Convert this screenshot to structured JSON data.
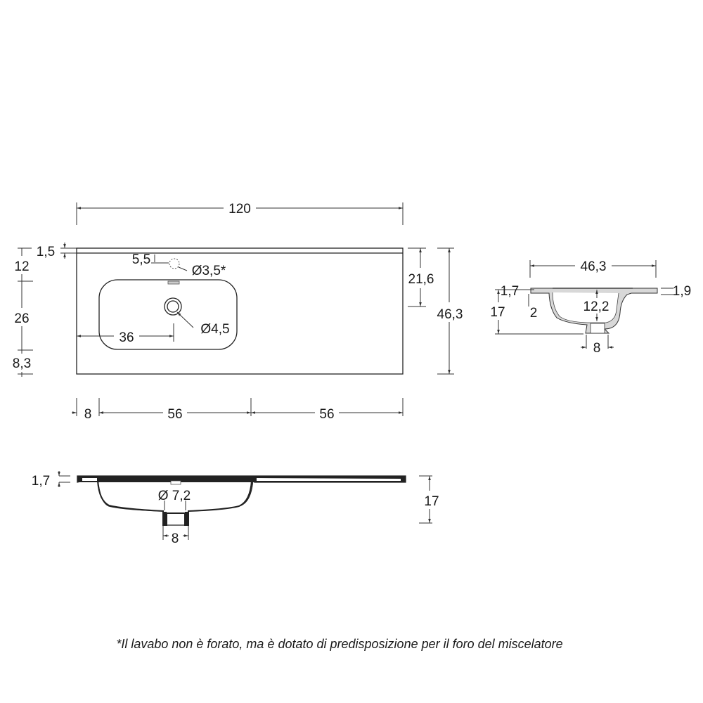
{
  "top_view": {
    "overall_width": "120",
    "top_rim": "1,5",
    "left_dims": [
      "12",
      "26",
      "8,3"
    ],
    "tap_offset": "5,5",
    "tap_hole": "Ø3,5*",
    "drain_hole": "Ø4,5",
    "drain_offset": "36",
    "right_depth": "21,6",
    "overall_depth": "46,3",
    "bottom_dims": [
      "8",
      "56",
      "56"
    ]
  },
  "side_view": {
    "depth": "46,3",
    "rim_left": "1,7",
    "rim_right": "1,9",
    "height": "17",
    "wall": "2",
    "basin_depth": "12,2",
    "drain_width": "8"
  },
  "front_view": {
    "rim": "1,7",
    "drain_diameter": "Ø 7,2",
    "drain_width": "8",
    "height": "17"
  },
  "footnote": "*Il lavabo non è forato, ma è dotato di predisposizione per il foro del miscelatore"
}
